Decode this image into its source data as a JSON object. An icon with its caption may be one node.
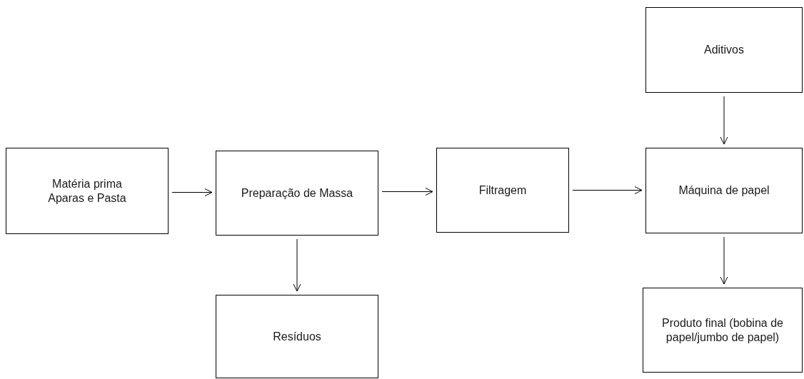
{
  "diagram": {
    "nodes": [
      {
        "text": [
          "Matéria prima Aparas e Pasta"
        ]
      },
      {
        "text": [
          "Preparação de Massa"
        ]
      },
      {
        "text": [
          "Filtragem"
        ]
      },
      {
        "text": [
          "Máquina de papel"
        ]
      },
      {
        "text": [
          "Aditivos"
        ]
      },
      {
        "text": [
          "Resíduos"
        ]
      },
      {
        "text": [
          "Produto final (bobina de papel/jumbo de papel)"
        ]
      }
    ],
    "edges": [
      {
        "from": 0,
        "to": 1,
        "arrow": "to"
      },
      {
        "from": 1,
        "to": 2,
        "arrow": "to"
      },
      {
        "from": 2,
        "to": 3,
        "arrow": "to"
      },
      {
        "from": 4,
        "to": 3,
        "arrow": "to"
      },
      {
        "from": 1,
        "to": 5,
        "arrow": "to"
      },
      {
        "from": 3,
        "to": 6,
        "arrow": "to"
      }
    ]
  }
}
